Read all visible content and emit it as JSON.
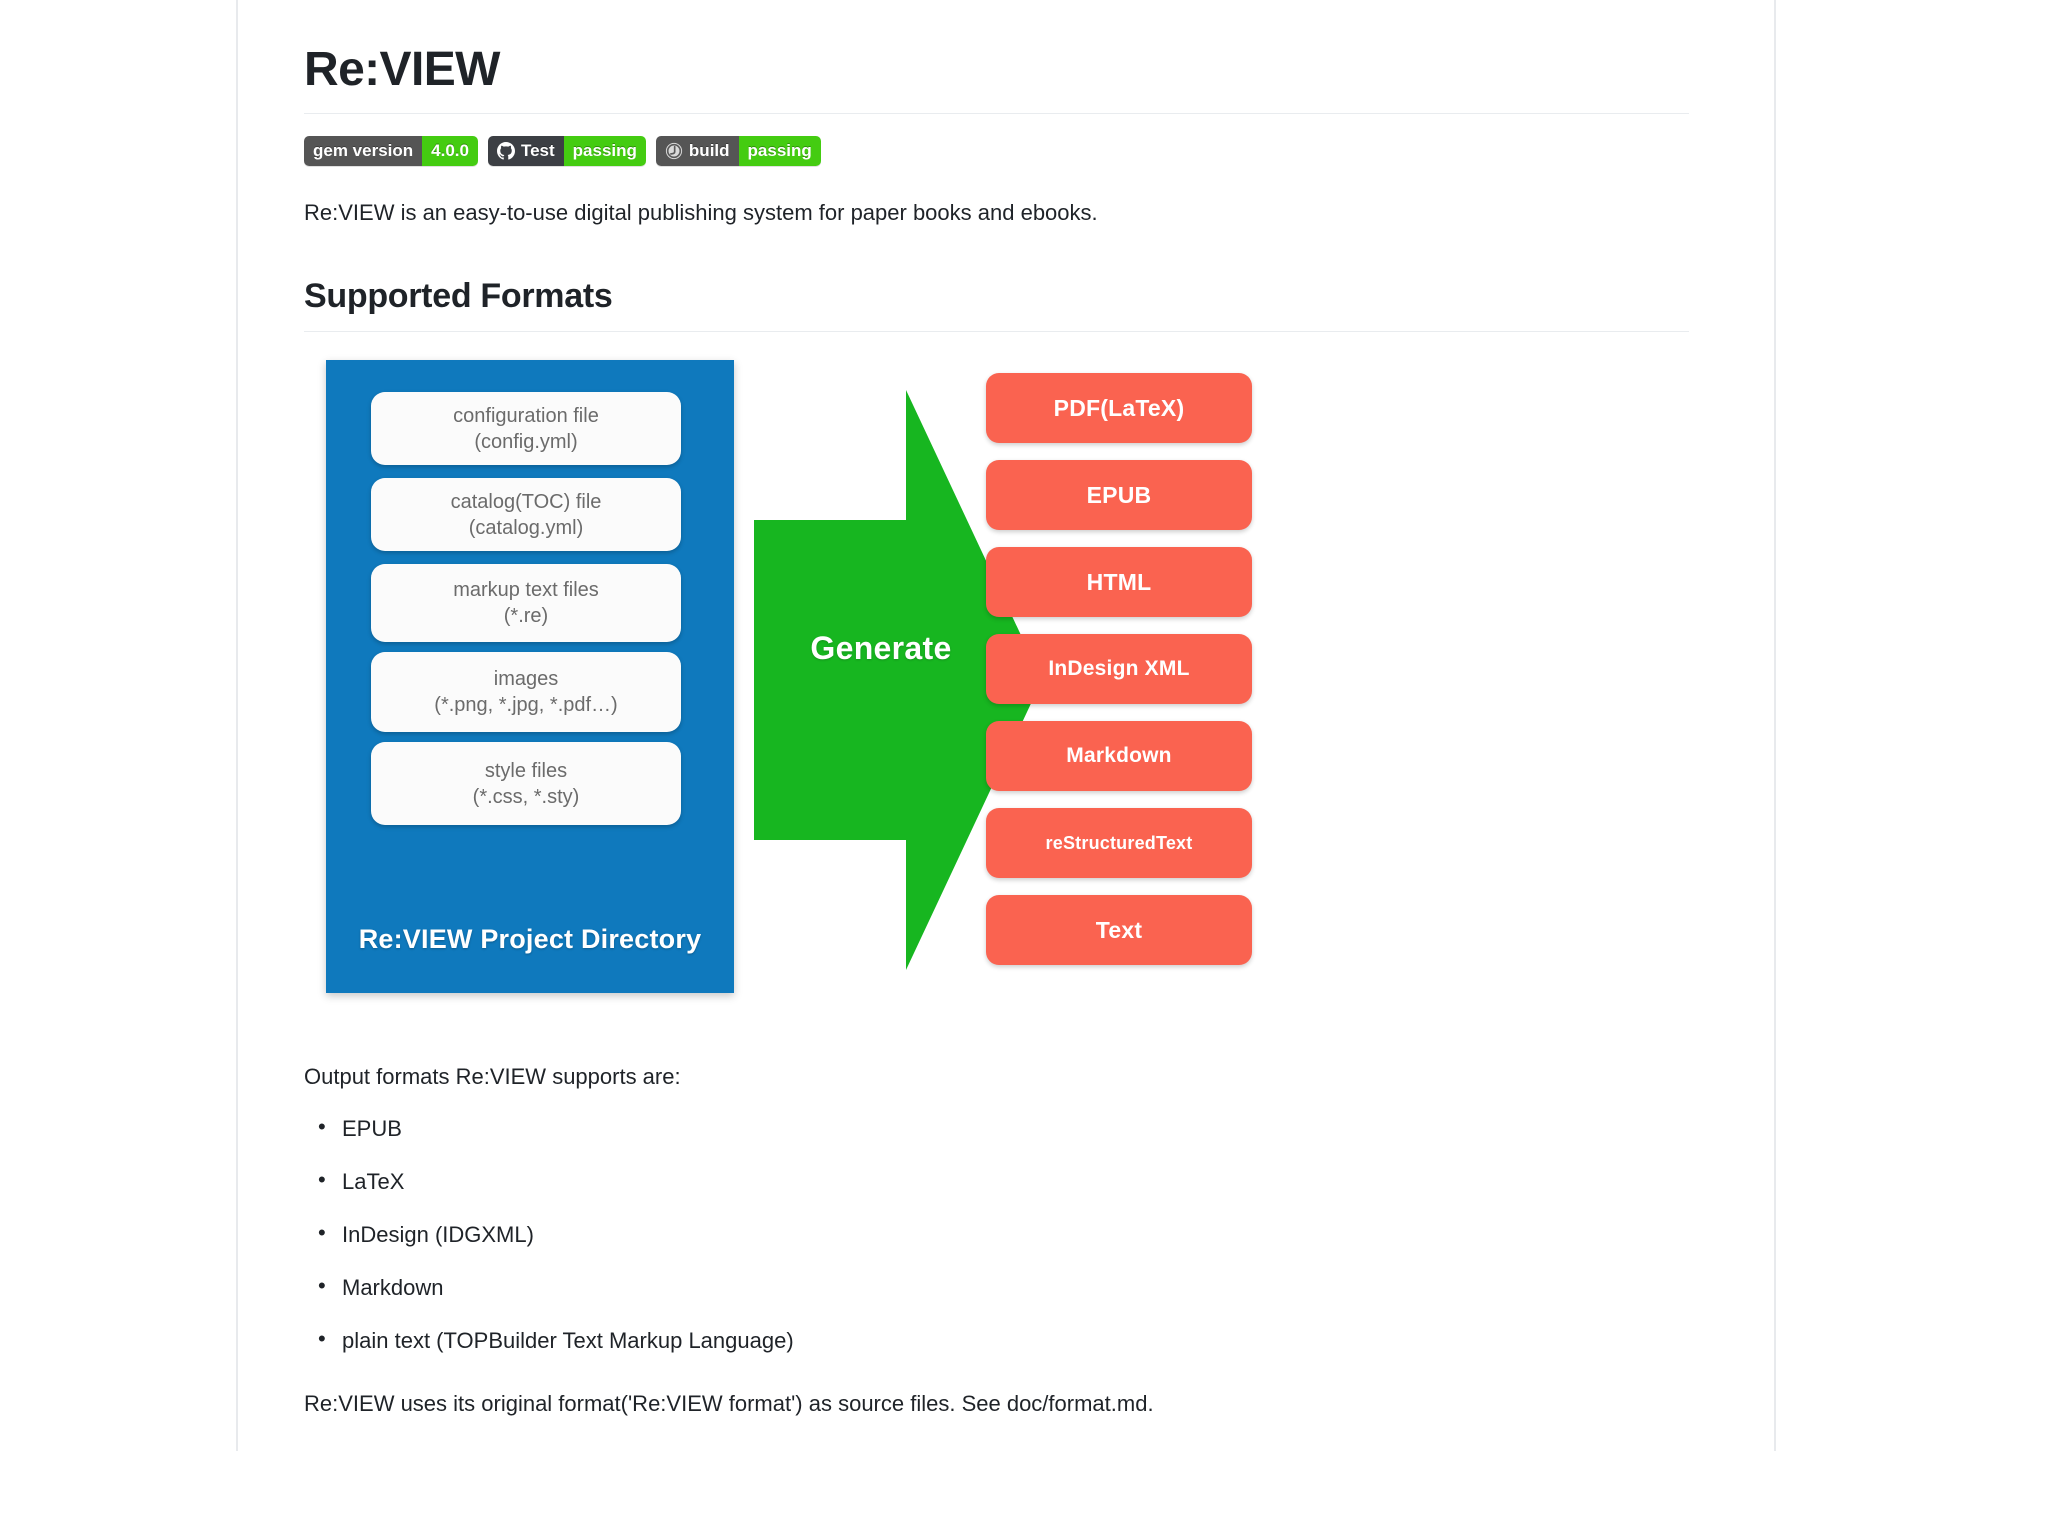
{
  "page": {
    "title": "Re:VIEW"
  },
  "badges": [
    {
      "id": "gem-version",
      "icon": null,
      "label": "gem version",
      "value": "4.0.0",
      "left_color": "#555555",
      "right_color": "#4c1",
      "dark": false
    },
    {
      "id": "github-test",
      "icon": "github-icon",
      "label": "Test",
      "value": "passing",
      "left_color": "#3c3f44",
      "right_color": "#4c1",
      "dark": true
    },
    {
      "id": "build",
      "icon": "travis-build-icon",
      "label": "build",
      "value": "passing",
      "left_color": "#555555",
      "right_color": "#4c1",
      "dark": false
    }
  ],
  "intro": "Re:VIEW is an easy-to-use digital publishing system for paper books and ebooks.",
  "section": {
    "heading": "Supported Formats"
  },
  "diagram": {
    "panel_title": "Re:VIEW Project Directory",
    "panel_color": "#0f79bd",
    "arrow_color": "#17b620",
    "arrow_label": "Generate",
    "output_color": "#fa6350",
    "inputs": [
      {
        "line1": "configuration file",
        "line2": "(config.yml)"
      },
      {
        "line1": "catalog(TOC) file",
        "line2": "(catalog.yml)"
      },
      {
        "line1": "markup text files",
        "line2": "(*.re)"
      },
      {
        "line1": "images",
        "line2": "(*.png, *.jpg, *.pdf…)"
      },
      {
        "line1": "style files",
        "line2": "(*.css, *.sty)"
      }
    ],
    "outputs": [
      {
        "label": "PDF(LaTeX)",
        "size": "lg"
      },
      {
        "label": "EPUB",
        "size": "lg"
      },
      {
        "label": "HTML",
        "size": "lg"
      },
      {
        "label": "InDesign XML",
        "size": "md"
      },
      {
        "label": "Markdown",
        "size": "md"
      },
      {
        "label": "reStructuredText",
        "size": "sm"
      },
      {
        "label": "Text",
        "size": "lg"
      }
    ]
  },
  "formats": {
    "lead": "Output formats Re:VIEW supports are:",
    "items": [
      "EPUB",
      "LaTeX",
      "InDesign (IDGXML)",
      "Markdown",
      "plain text (TOPBuilder Text Markup Language)"
    ]
  },
  "closing": "Re:VIEW uses its original format('Re:VIEW format') as source files. See doc/format.md."
}
